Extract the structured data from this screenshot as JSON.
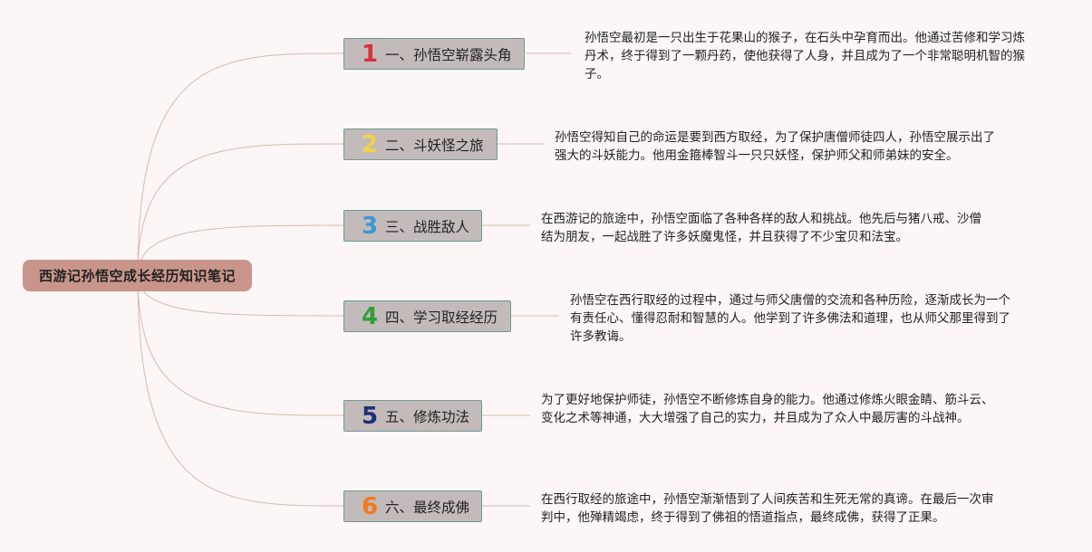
{
  "root": {
    "title": "西游记孙悟空成长经历知识笔记"
  },
  "branches": [
    {
      "number": "1",
      "number_color": "#d6323e",
      "label": "一、孙悟空崭露头角",
      "description": "孙悟空最初是一只出生于花果山的猴子，在石头中孕育而出。他通过苦修和学习炼丹术，终于得到了一颗丹药，使他获得了人身，并且成为了一个非常聪明机智的猴子。"
    },
    {
      "number": "2",
      "number_color": "#f2d24a",
      "label": "二、斗妖怪之旅",
      "description": "孙悟空得知自己的命运是要到西方取经，为了保护唐僧师徒四人，孙悟空展示出了强大的斗妖能力。他用金箍棒智斗一只只妖怪，保护师父和师弟妹的安全。"
    },
    {
      "number": "3",
      "number_color": "#3a97d4",
      "label": "三、战胜敌人",
      "description": "在西游记的旅途中，孙悟空面临了各种各样的敌人和挑战。他先后与猪八戒、沙僧结为朋友，一起战胜了许多妖魔鬼怪，并且获得了不少宝贝和法宝。"
    },
    {
      "number": "4",
      "number_color": "#2f9e3a",
      "label": "四、学习取经经历",
      "description": "孙悟空在西行取经的过程中，通过与师父唐僧的交流和各种历险，逐渐成长为一个有责任心、懂得忍耐和智慧的人。他学到了许多佛法和道理，也从师父那里得到了许多教诲。"
    },
    {
      "number": "5",
      "number_color": "#1e2f7a",
      "label": "五、修炼功法",
      "description": "为了更好地保护师徒，孙悟空不断修炼自身的能力。他通过修炼火眼金睛、筋斗云、变化之术等神通，大大增强了自己的实力，并且成为了众人中最厉害的斗战神。"
    },
    {
      "number": "6",
      "number_color": "#f07b1e",
      "label": "六、最终成佛",
      "description": "在西行取经的旅途中，孙悟空渐渐悟到了人间疾苦和生死无常的真谛。在最后一次审判中，他殚精竭虑，终于得到了佛祖的悟道指点，最终成佛，获得了正果。"
    }
  ],
  "colors": {
    "connector": "#d8b8b0",
    "root_fill": "#c9958a",
    "branch_fill": "#c3bbba",
    "branch_border": "#6b9a92"
  }
}
